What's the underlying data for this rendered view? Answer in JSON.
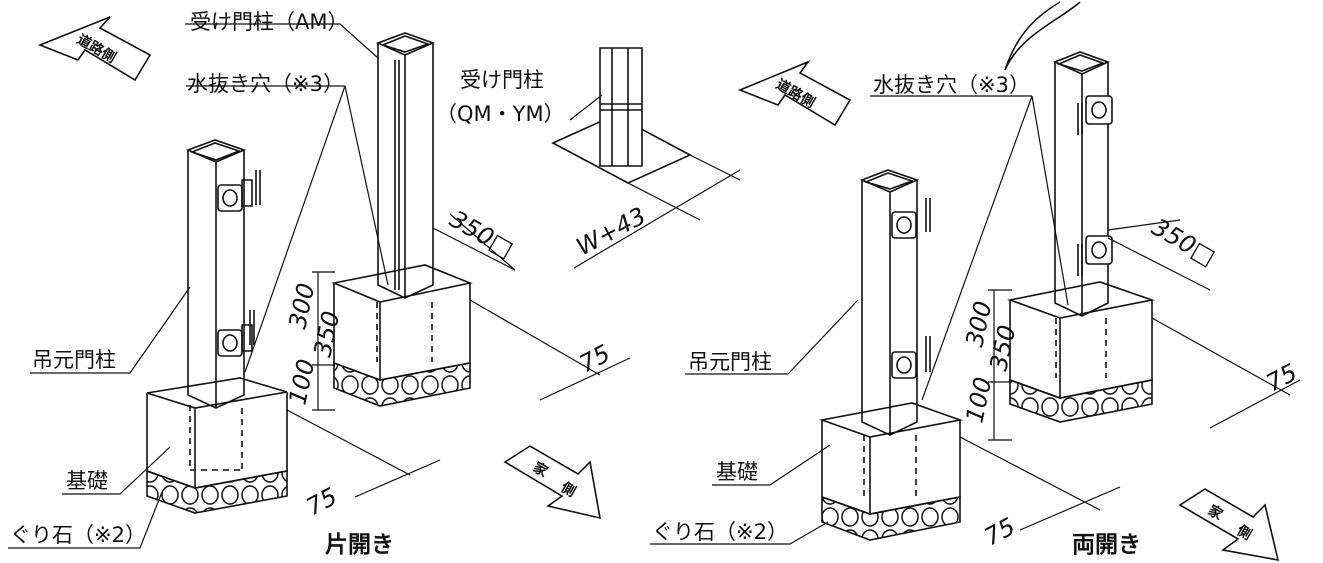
{
  "left": {
    "label_receive_post_am": "受け門柱（AM）",
    "label_drain_hole": "水抜き穴（※3）",
    "label_receive_post_qm": "受け門柱",
    "label_receive_post_qm2": "（QM・YM）",
    "label_hanging_post": "吊元門柱",
    "label_foundation": "基礎",
    "label_gravel": "ぐり石（※2）",
    "caption": "片開き",
    "dim_350sq": "350□",
    "dim_w43": "W+43",
    "dim_300": "300",
    "dim_350": "350",
    "dim_100": "100",
    "dim_75a": "75",
    "dim_75b": "75",
    "arrow_road": "道路側",
    "arrow_house_1": "家",
    "arrow_house_2": "側"
  },
  "right": {
    "label_drain_hole": "水抜き穴（※3）",
    "label_hanging_post": "吊元門柱",
    "label_foundation": "基礎",
    "label_gravel": "ぐり石（※2）",
    "caption": "両開き",
    "dim_350sq": "350□",
    "dim_300": "300",
    "dim_350": "350",
    "dim_100": "100",
    "dim_75a": "75",
    "dim_75b": "75",
    "arrow_road": "道路側",
    "arrow_house_1": "家",
    "arrow_house_2": "側"
  }
}
